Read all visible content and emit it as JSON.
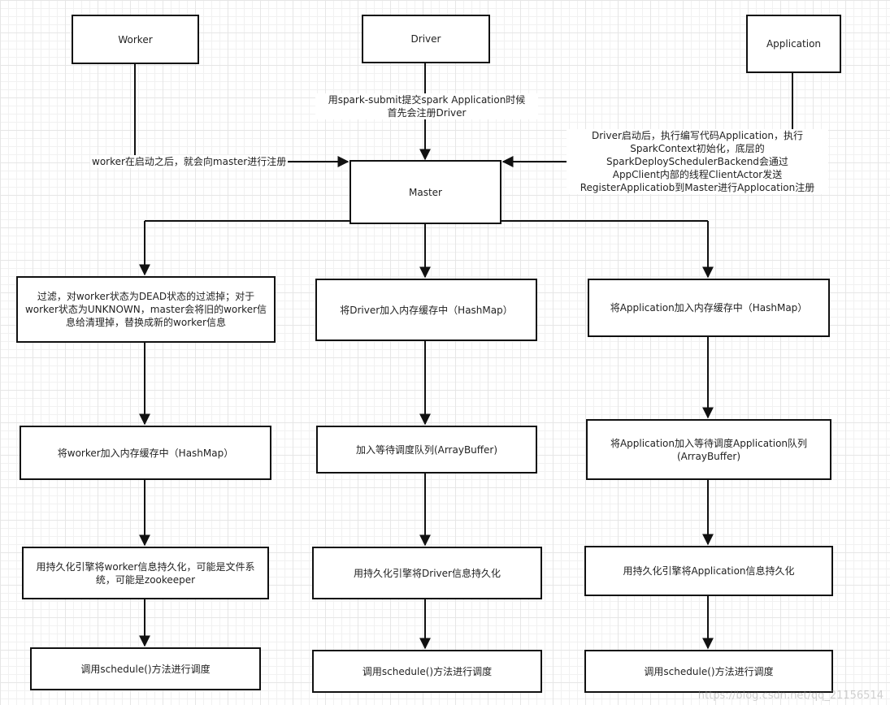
{
  "nodes": {
    "worker": "Worker",
    "driver": "Driver",
    "application": "Application",
    "master": "Master",
    "col1_filter": "过滤，对worker状态为DEAD状态的过滤掉；对于worker状态为UNKNOWN，master会将旧的worker信息给清理掉，替换成新的worker信息",
    "col1_cache": "将worker加入内存缓存中（HashMap）",
    "col1_persist": "用持久化引擎将worker信息持久化，可能是文件系统，可能是zookeeper",
    "col1_schedule": "调用schedule()方法进行调度",
    "col2_cache": "将Driver加入内存缓存中（HashMap）",
    "col2_queue": "加入等待调度队列(ArrayBuffer)",
    "col2_persist": "用持久化引擎将Driver信息持久化",
    "col2_schedule": "调用schedule()方法进行调度",
    "col3_cache": "将Application加入内存缓存中（HashMap）",
    "col3_queue": "将Application加入等待调度Application队列(ArrayBuffer)",
    "col3_persist": "用持久化引擎将Application信息持久化",
    "col3_schedule": "调用schedule()方法进行调度"
  },
  "edge_labels": {
    "worker_to_master": "worker在启动之后，就会向master进行注册",
    "driver_to_master": [
      "用spark-submit提交spark Application时候",
      "首先会注册Driver"
    ],
    "app_to_master": [
      "Driver启动后，执行编写代码Application，执行",
      "SparkContext初始化，底层的",
      "SparkDeploySchedulerBackend会通过",
      "AppClient内部的线程ClientActor发送",
      "RegisterApplicatiob到Master进行Applocation注册"
    ]
  },
  "watermark": "https://blog.csdn.net/qq_21156514"
}
